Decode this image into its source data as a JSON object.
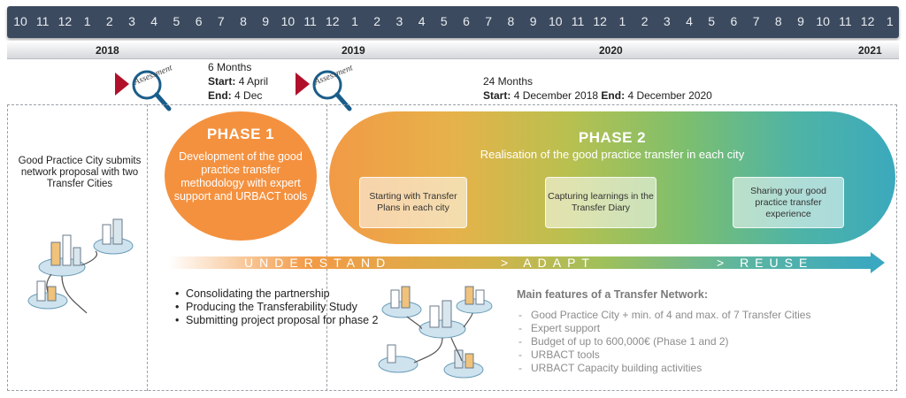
{
  "timeline": {
    "months": [
      "10",
      "11",
      "12",
      "1",
      "2",
      "3",
      "4",
      "5",
      "6",
      "7",
      "8",
      "9",
      "10",
      "11",
      "12",
      "1",
      "2",
      "3",
      "4",
      "5",
      "6",
      "7",
      "8",
      "9",
      "10",
      "11",
      "12",
      "1",
      "2",
      "3",
      "4",
      "5",
      "6",
      "7",
      "8",
      "9",
      "10",
      "11",
      "12",
      "1"
    ],
    "years": [
      "2018",
      "2019",
      "2020",
      "2021"
    ]
  },
  "assessment_label": "Assessment",
  "phase1_duration": {
    "months": "6 Months",
    "start_label": "Start:",
    "start_value": "4 April",
    "end_label": "End:",
    "end_value": "4 Dec"
  },
  "phase2_duration": {
    "months": "24 Months",
    "start_label": "Start:",
    "start_value": "4 December 2018",
    "end_label": "End:",
    "end_value": "4 December 2020"
  },
  "left_text": "Good Practice City submits network proposal with two Transfer Cities",
  "phase1": {
    "title": "PHASE 1",
    "description": "Development of the good practice transfer methodology with expert support and URBACT tools"
  },
  "phase2": {
    "title": "PHASE 2",
    "subtitle": "Realisation of the good practice transfer in each city",
    "boxes": [
      "Starting with Transfer Plans in each city",
      "Capturing learnings in the Transfer Diary",
      "Sharing your good practice transfer experience"
    ]
  },
  "arrow_words": [
    "UNDERSTAND",
    "> ADAPT",
    "> REUSE"
  ],
  "phase1_bullets": [
    "Consolidating the partnership",
    "Producing the Transferability Study",
    "Submitting project proposal for phase 2"
  ],
  "features": {
    "title": "Main features of a Transfer Network:",
    "items": [
      "Good Practice City + min. of 4 and max. of 7 Transfer Cities",
      "Expert support",
      "Budget of up to 600,000€ (Phase 1 and 2)",
      "URBACT tools",
      "URBACT Capacity building activities"
    ]
  },
  "colors": {
    "month_bar": "#3c4a5f",
    "phase1": "#f4913f",
    "phase2_start": "#f29a46",
    "phase2_end": "#3ba9bd",
    "marker": "#b1102b"
  }
}
